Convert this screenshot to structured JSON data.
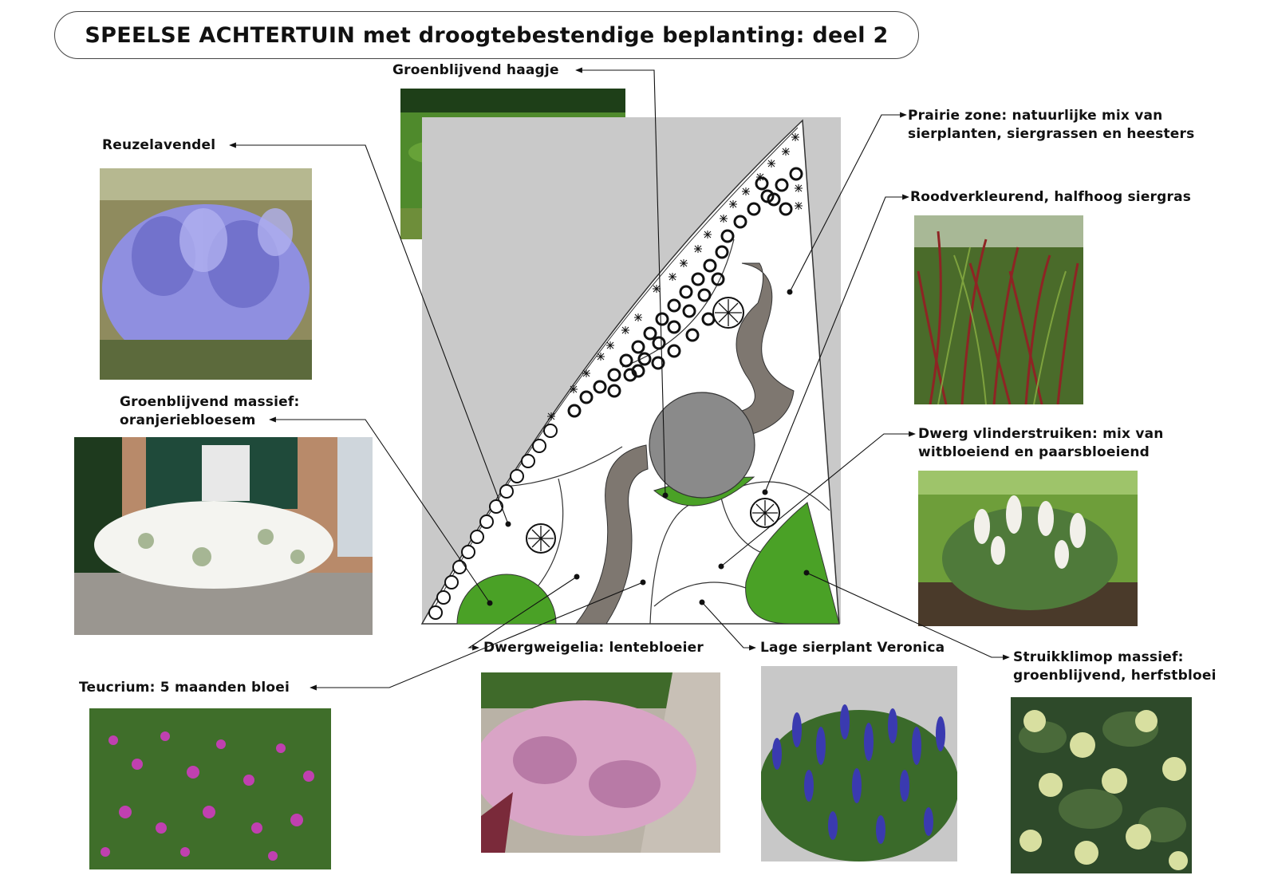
{
  "title": "SPEELSE ACHTERTUIN met droogtebestendige beplanting: deel 2",
  "labels": {
    "haagje": "Groenblijvend haagje",
    "reuzelavendel": "Reuzelavendel",
    "prairie_1": "Prairie zone: natuurlijke mix van",
    "prairie_2": "sierplanten, siergrassen en heesters",
    "siergras": "Roodverkleurend, halfhoog siergras",
    "massief_1": "Groenblijvend massief:",
    "massief_2": "oranjeriebloesem",
    "vlinder_1": "Dwerg vlinderstruiken: mix van",
    "vlinder_2": "witbloeiend en paarsbloeiend",
    "dwergweigelia": "Dwergweigelia: lentebloeier",
    "veronica": "Lage sierplant Veronica",
    "klimop_1": "Struikklimop massief:",
    "klimop_2": "groenblijvend, herfstbloei",
    "teucrium": "Teucrium: 5 maanden bloei"
  },
  "photos": {
    "haagje": "hedge-photo",
    "reuzelavendel": "lavender-photo",
    "siergras": "red-grass-photo",
    "massief": "white-shrub-photo",
    "vlinder": "butterfly-bush-photo",
    "teucrium": "teucrium-photo",
    "dwergweigelia": "weigela-photo",
    "veronica": "veronica-photo",
    "klimop": "ivy-photo"
  },
  "colors": {
    "lawn_grey": "#c9c9c9",
    "bed_green": "#4aa126",
    "path_brown": "#7e7770",
    "terrace_grey": "#8a8a8a",
    "lavender": "#8f8fe0",
    "red_grass": "#8e2424",
    "veronica": "#3a3ab0",
    "teucrium": "#c040b0",
    "weigela": "#d9a4c6",
    "ivy_flower": "#d8dfa0"
  }
}
